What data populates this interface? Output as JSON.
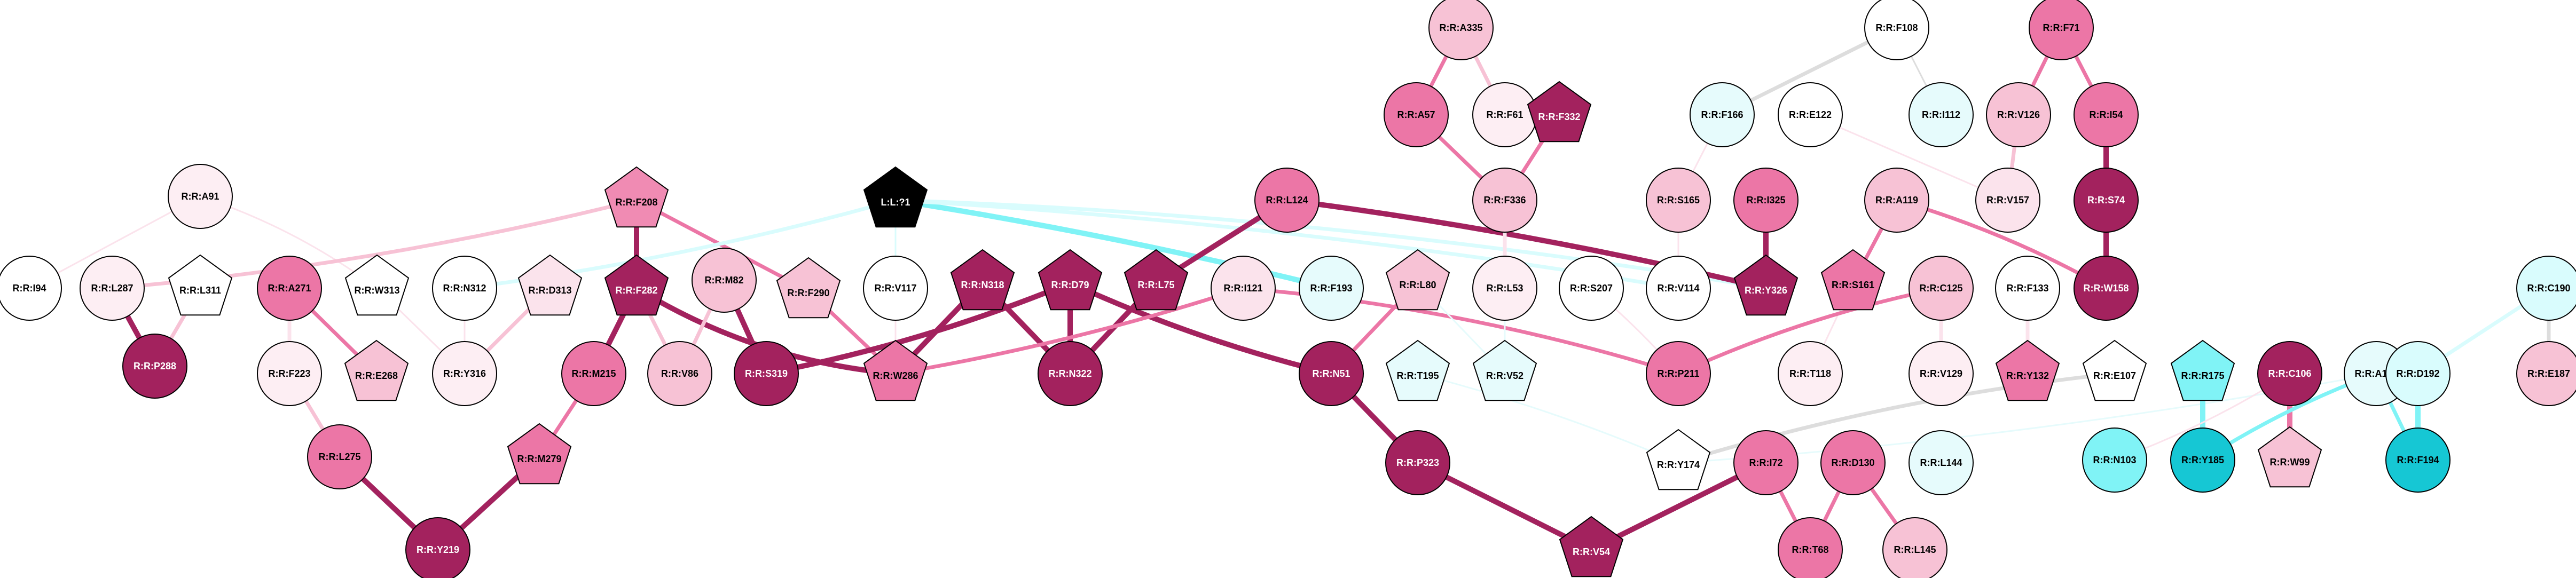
{
  "colors": {
    "grey": "#dddddd",
    "cyan": "#80f3f6",
    "pale_cyan": "#e6fbfc",
    "pale_pink": "#fbe3ec",
    "pink": "#f7c2d5",
    "pink_mid": "#f08bb3",
    "dark_pink": "#ec76a6",
    "maroon": "#a3225e",
    "black": "#000000",
    "white": "#ffffff",
    "cyan_light": "#d9fcfd",
    "cyan_strong": "#16c7d4"
  },
  "nodes": [
    {
      "id": "R:R:I94",
      "label": "R:R:I94",
      "shape": "circle",
      "fill": "#ffffff"
    },
    {
      "id": "R:R:A91",
      "label": "R:R:A91",
      "shape": "circle",
      "fill": "#fdeef3"
    },
    {
      "id": "R:R:L287",
      "label": "R:R:L287",
      "shape": "circle",
      "fill": "#fdeef3"
    },
    {
      "id": "R:R:P288",
      "label": "R:R:P288",
      "shape": "circle",
      "fill": "#a3225e"
    },
    {
      "id": "R:R:L311",
      "label": "R:R:L311",
      "shape": "pentagon",
      "fill": "#ffffff"
    },
    {
      "id": "R:R:A271",
      "label": "R:R:A271",
      "shape": "circle",
      "fill": "#ec76a6"
    },
    {
      "id": "R:R:F223",
      "label": "R:R:F223",
      "shape": "circle",
      "fill": "#fdeef3"
    },
    {
      "id": "R:R:E268",
      "label": "R:R:E268",
      "shape": "pentagon",
      "fill": "#f7c2d5"
    },
    {
      "id": "R:R:L275",
      "label": "R:R:L275",
      "shape": "circle",
      "fill": "#ec76a6"
    },
    {
      "id": "R:R:Y219",
      "label": "R:R:Y219",
      "shape": "circle",
      "fill": "#a3225e"
    },
    {
      "id": "R:R:W313",
      "label": "R:R:W313",
      "shape": "pentagon",
      "fill": "#ffffff"
    },
    {
      "id": "R:R:N312",
      "label": "R:R:N312",
      "shape": "circle",
      "fill": "#ffffff"
    },
    {
      "id": "R:R:Y316",
      "label": "R:R:Y316",
      "shape": "circle",
      "fill": "#fdeef3"
    },
    {
      "id": "R:R:D313",
      "label": "R:R:D313",
      "shape": "pentagon",
      "fill": "#fbe3ec"
    },
    {
      "id": "R:R:F208",
      "label": "R:R:F208",
      "shape": "pentagon",
      "fill": "#f08bb3"
    },
    {
      "id": "R:R:F282",
      "label": "R:R:F282",
      "shape": "pentagon",
      "fill": "#a3225e"
    },
    {
      "id": "R:R:M215",
      "label": "R:R:M215",
      "shape": "circle",
      "fill": "#ec76a6"
    },
    {
      "id": "R:R:M279",
      "label": "R:R:M279",
      "shape": "pentagon",
      "fill": "#ec76a6"
    },
    {
      "id": "R:R:M82",
      "label": "R:R:M82",
      "shape": "circle",
      "fill": "#f7c2d5"
    },
    {
      "id": "R:R:V86",
      "label": "R:R:V86",
      "shape": "circle",
      "fill": "#f7c2d5"
    },
    {
      "id": "R:R:S319",
      "label": "R:R:S319",
      "shape": "circle",
      "fill": "#a3225e"
    },
    {
      "id": "R:R:F290",
      "label": "R:R:F290",
      "shape": "pentagon",
      "fill": "#f7c2d5"
    },
    {
      "id": "L:L:?1",
      "label": "L:L:?1",
      "shape": "pentagon",
      "fill": "#000000"
    },
    {
      "id": "R:R:V117",
      "label": "R:R:V117",
      "shape": "circle",
      "fill": "#ffffff"
    },
    {
      "id": "R:R:W286",
      "label": "R:R:W286",
      "shape": "pentagon",
      "fill": "#ec76a6"
    },
    {
      "id": "R:R:N318",
      "label": "R:R:N318",
      "shape": "pentagon",
      "fill": "#a3225e"
    },
    {
      "id": "R:R:D79",
      "label": "R:R:D79",
      "shape": "pentagon",
      "fill": "#a3225e"
    },
    {
      "id": "R:R:N322",
      "label": "R:R:N322",
      "shape": "circle",
      "fill": "#a3225e"
    },
    {
      "id": "R:R:L75",
      "label": "R:R:L75",
      "shape": "pentagon",
      "fill": "#a3225e"
    },
    {
      "id": "R:R:I121",
      "label": "R:R:I121",
      "shape": "circle",
      "fill": "#fbe3ec"
    },
    {
      "id": "R:R:L124",
      "label": "R:R:L124",
      "shape": "circle",
      "fill": "#ec76a6"
    },
    {
      "id": "R:R:F193",
      "label": "R:R:F193",
      "shape": "circle",
      "fill": "#e6fbfc"
    },
    {
      "id": "R:R:L80",
      "label": "R:R:L80",
      "shape": "pentagon",
      "fill": "#f7c2d5"
    },
    {
      "id": "R:R:N51",
      "label": "R:R:N51",
      "shape": "circle",
      "fill": "#a3225e"
    },
    {
      "id": "R:R:T195",
      "label": "R:R:T195",
      "shape": "pentagon",
      "fill": "#e6fbfc"
    },
    {
      "id": "R:R:P323",
      "label": "R:R:P323",
      "shape": "circle",
      "fill": "#a3225e"
    },
    {
      "id": "R:R:A335",
      "label": "R:R:A335",
      "shape": "circle",
      "fill": "#f7c2d5"
    },
    {
      "id": "R:R:A57",
      "label": "R:R:A57",
      "shape": "circle",
      "fill": "#ec76a6"
    },
    {
      "id": "R:R:F61",
      "label": "R:R:F61",
      "shape": "circle",
      "fill": "#fdeef3"
    },
    {
      "id": "R:R:F332",
      "label": "R:R:F332",
      "shape": "pentagon",
      "fill": "#a3225e"
    },
    {
      "id": "R:R:F336",
      "label": "R:R:F336",
      "shape": "circle",
      "fill": "#f7c2d5"
    },
    {
      "id": "R:R:L53",
      "label": "R:R:L53",
      "shape": "circle",
      "fill": "#fdeef3"
    },
    {
      "id": "R:R:V52",
      "label": "R:R:V52",
      "shape": "pentagon",
      "fill": "#e6fbfc"
    },
    {
      "id": "R:R:S207",
      "label": "R:R:S207",
      "shape": "circle",
      "fill": "#ffffff"
    },
    {
      "id": "R:R:F108",
      "label": "R:R:F108",
      "shape": "circle",
      "fill": "#ffffff"
    },
    {
      "id": "R:R:F166",
      "label": "R:R:F166",
      "shape": "circle",
      "fill": "#e6fbfc"
    },
    {
      "id": "R:R:I112",
      "label": "R:R:I112",
      "shape": "circle",
      "fill": "#e6fbfc"
    },
    {
      "id": "R:R:E122",
      "label": "R:R:E122",
      "shape": "circle",
      "fill": "#ffffff"
    },
    {
      "id": "R:R:S165",
      "label": "R:R:S165",
      "shape": "circle",
      "fill": "#f7c2d5"
    },
    {
      "id": "R:R:V114",
      "label": "R:R:V114",
      "shape": "circle",
      "fill": "#ffffff"
    },
    {
      "id": "R:R:I325",
      "label": "R:R:I325",
      "shape": "circle",
      "fill": "#ec76a6"
    },
    {
      "id": "R:R:Y326",
      "label": "R:R:Y326",
      "shape": "pentagon",
      "fill": "#a3225e"
    },
    {
      "id": "R:R:A119",
      "label": "R:R:A119",
      "shape": "circle",
      "fill": "#f7c2d5"
    },
    {
      "id": "R:R:S161",
      "label": "R:R:S161",
      "shape": "pentagon",
      "fill": "#ec76a6"
    },
    {
      "id": "R:R:T118",
      "label": "R:R:T118",
      "shape": "circle",
      "fill": "#fdeef3"
    },
    {
      "id": "R:R:P211",
      "label": "R:R:P211",
      "shape": "circle",
      "fill": "#ec76a6"
    },
    {
      "id": "R:R:C125",
      "label": "R:R:C125",
      "shape": "circle",
      "fill": "#f7c2d5"
    },
    {
      "id": "R:R:V129",
      "label": "R:R:V129",
      "shape": "circle",
      "fill": "#fdeef3"
    },
    {
      "id": "R:R:F133",
      "label": "R:R:F133",
      "shape": "circle",
      "fill": "#ffffff"
    },
    {
      "id": "R:R:Y132",
      "label": "R:R:Y132",
      "shape": "pentagon",
      "fill": "#ec76a6"
    },
    {
      "id": "R:R:F71",
      "label": "R:R:F71",
      "shape": "circle",
      "fill": "#ec76a6"
    },
    {
      "id": "R:R:V126",
      "label": "R:R:V126",
      "shape": "circle",
      "fill": "#f7c2d5"
    },
    {
      "id": "R:R:I54",
      "label": "R:R:I54",
      "shape": "circle",
      "fill": "#ec76a6"
    },
    {
      "id": "R:R:V157",
      "label": "R:R:V157",
      "shape": "circle",
      "fill": "#fbe3ec"
    },
    {
      "id": "R:R:S74",
      "label": "R:R:S74",
      "shape": "circle",
      "fill": "#a3225e"
    },
    {
      "id": "R:R:W158",
      "label": "R:R:W158",
      "shape": "circle",
      "fill": "#a3225e"
    },
    {
      "id": "R:R:E107",
      "label": "R:R:E107",
      "shape": "pentagon",
      "fill": "#ffffff"
    },
    {
      "id": "R:R:Y174",
      "label": "R:R:Y174",
      "shape": "pentagon",
      "fill": "#ffffff"
    },
    {
      "id": "R:R:I72",
      "label": "R:R:I72",
      "shape": "circle",
      "fill": "#ec76a6"
    },
    {
      "id": "R:R:D130",
      "label": "R:R:D130",
      "shape": "circle",
      "fill": "#ec76a6"
    },
    {
      "id": "R:R:L144",
      "label": "R:R:L144",
      "shape": "circle",
      "fill": "#e6fbfc"
    },
    {
      "id": "R:R:T68",
      "label": "R:R:T68",
      "shape": "circle",
      "fill": "#ec76a6"
    },
    {
      "id": "R:R:L145",
      "label": "R:R:L145",
      "shape": "circle",
      "fill": "#f7c2d5"
    },
    {
      "id": "R:R:V54",
      "label": "R:R:V54",
      "shape": "pentagon",
      "fill": "#a3225e"
    },
    {
      "id": "R:R:R175",
      "label": "R:R:R175",
      "shape": "pentagon",
      "fill": "#80f3f6"
    },
    {
      "id": "R:R:N103",
      "label": "R:R:N103",
      "shape": "circle",
      "fill": "#80f3f6"
    },
    {
      "id": "R:R:Y185",
      "label": "R:R:Y185",
      "shape": "circle",
      "fill": "#16c7d4"
    },
    {
      "id": "R:R:C106",
      "label": "R:R:C106",
      "shape": "circle",
      "fill": "#a3225e"
    },
    {
      "id": "R:R:W99",
      "label": "R:R:W99",
      "shape": "pentagon",
      "fill": "#f7c2d5"
    },
    {
      "id": "R:R:A181",
      "label": "R:R:A181",
      "shape": "circle",
      "fill": "#e6fbfc"
    },
    {
      "id": "R:R:C190",
      "label": "R:R:C190",
      "shape": "circle",
      "fill": "#d9fcfd"
    },
    {
      "id": "R:R:D192",
      "label": "R:R:D192",
      "shape": "circle",
      "fill": "#d9fcfd"
    },
    {
      "id": "R:R:E187",
      "label": "R:R:E187",
      "shape": "circle",
      "fill": "#f7c2d5"
    },
    {
      "id": "R:R:F194",
      "label": "R:R:F194",
      "shape": "circle",
      "fill": "#16c7d4"
    }
  ],
  "edges": [
    {
      "source": "R:R:A91",
      "target": "R:R:I94",
      "color": "#fbe3ec",
      "weight": "thin"
    },
    {
      "source": "R:R:A91",
      "target": "R:R:W313",
      "color": "#fbe3ec",
      "weight": "thin"
    },
    {
      "source": "R:R:L287",
      "target": "R:R:P288",
      "color": "#a3225e",
      "weight": "thick"
    },
    {
      "source": "R:R:L311",
      "target": "R:R:P288",
      "color": "#f7c2d5",
      "weight": "medium"
    },
    {
      "source": "R:R:F208",
      "target": "R:R:L287",
      "color": "#f7c2d5",
      "weight": "medium"
    },
    {
      "source": "R:R:A271",
      "target": "R:R:F223",
      "color": "#fbe3ec",
      "weight": "medium"
    },
    {
      "source": "R:R:A271",
      "target": "R:R:E268",
      "color": "#ec76a6",
      "weight": "medium"
    },
    {
      "source": "R:R:F223",
      "target": "R:R:L275",
      "color": "#f7c2d5",
      "weight": "medium"
    },
    {
      "source": "R:R:L275",
      "target": "R:R:Y219",
      "color": "#a3225e",
      "weight": "thick"
    },
    {
      "source": "R:R:M279",
      "target": "R:R:Y219",
      "color": "#a3225e",
      "weight": "thick"
    },
    {
      "source": "R:R:M215",
      "target": "R:R:M279",
      "color": "#ec76a6",
      "weight": "medium"
    },
    {
      "source": "R:R:F282",
      "target": "R:R:M215",
      "color": "#a3225e",
      "weight": "thick"
    },
    {
      "source": "R:R:F208",
      "target": "R:R:F282",
      "color": "#a3225e",
      "weight": "thick"
    },
    {
      "source": "R:R:F208",
      "target": "R:R:F290",
      "color": "#ec76a6",
      "weight": "medium"
    },
    {
      "source": "R:R:F282",
      "target": "R:R:W286",
      "color": "#a3225e",
      "weight": "thick"
    },
    {
      "source": "R:R:F282",
      "target": "R:R:V86",
      "color": "#f7c2d5",
      "weight": "medium"
    },
    {
      "source": "R:R:D313",
      "target": "R:R:Y316",
      "color": "#f7c2d5",
      "weight": "medium"
    },
    {
      "source": "R:R:N312",
      "target": "R:R:Y316",
      "color": "#fbe3ec",
      "weight": "thin"
    },
    {
      "source": "R:R:W313",
      "target": "R:R:Y316",
      "color": "#fbe3ec",
      "weight": "thin"
    },
    {
      "source": "R:R:M82",
      "target": "R:R:S319",
      "color": "#a3225e",
      "weight": "thick"
    },
    {
      "source": "R:R:M82",
      "target": "R:R:V86",
      "color": "#f7c2d5",
      "weight": "medium"
    },
    {
      "source": "R:R:F290",
      "target": "R:R:W286",
      "color": "#ec76a6",
      "weight": "medium"
    },
    {
      "source": "L:L:?1",
      "target": "R:R:N312",
      "color": "#d9fcfd",
      "weight": "medium"
    },
    {
      "source": "L:L:?1",
      "target": "R:R:F193",
      "color": "#80f3f6",
      "weight": "thick"
    },
    {
      "source": "L:L:?1",
      "target": "R:R:V114",
      "color": "#d9fcfd",
      "weight": "medium"
    },
    {
      "source": "L:L:?1",
      "target": "R:R:Y326",
      "color": "#d9fcfd",
      "weight": "medium"
    },
    {
      "source": "L:L:?1",
      "target": "R:R:V117",
      "color": "#d9fcfd",
      "weight": "thin"
    },
    {
      "source": "R:R:V117",
      "target": "R:R:W286",
      "color": "#fbe3ec",
      "weight": "thin"
    },
    {
      "source": "R:R:N318",
      "target": "R:R:W286",
      "color": "#a3225e",
      "weight": "thick"
    },
    {
      "source": "R:R:N318",
      "target": "R:R:N322",
      "color": "#a3225e",
      "weight": "thick"
    },
    {
      "source": "R:R:D79",
      "target": "R:R:S319",
      "color": "#a3225e",
      "weight": "thick"
    },
    {
      "source": "R:R:D79",
      "target": "R:R:N322",
      "color": "#a3225e",
      "weight": "thick"
    },
    {
      "source": "R:R:D79",
      "target": "R:R:N51",
      "color": "#a3225e",
      "weight": "thick"
    },
    {
      "source": "R:R:L75",
      "target": "R:R:N322",
      "color": "#a3225e",
      "weight": "thick"
    },
    {
      "source": "R:R:L124",
      "target": "R:R:L75",
      "color": "#a3225e",
      "weight": "thick"
    },
    {
      "source": "R:R:L124",
      "target": "R:R:Y326",
      "color": "#a3225e",
      "weight": "thick"
    },
    {
      "source": "R:R:I121",
      "target": "R:R:W286",
      "color": "#ec76a6",
      "weight": "medium"
    },
    {
      "source": "R:R:I121",
      "target": "R:R:P211",
      "color": "#ec76a6",
      "weight": "medium"
    },
    {
      "source": "R:R:L80",
      "target": "R:R:N51",
      "color": "#ec76a6",
      "weight": "medium"
    },
    {
      "source": "R:R:L80",
      "target": "R:R:V52",
      "color": "#e6fbfc",
      "weight": "thin"
    },
    {
      "source": "R:R:N51",
      "target": "R:R:P323",
      "color": "#a3225e",
      "weight": "thick"
    },
    {
      "source": "R:R:T195",
      "target": "R:R:Y174",
      "color": "#e6fbfc",
      "weight": "thin"
    },
    {
      "source": "R:R:P323",
      "target": "R:R:V54",
      "color": "#a3225e",
      "weight": "thick"
    },
    {
      "source": "R:R:A335",
      "target": "R:R:A57",
      "color": "#ec76a6",
      "weight": "medium"
    },
    {
      "source": "R:R:A335",
      "target": "R:R:F61",
      "color": "#f7c2d5",
      "weight": "medium"
    },
    {
      "source": "R:R:A57",
      "target": "R:R:F336",
      "color": "#ec76a6",
      "weight": "medium"
    },
    {
      "source": "R:R:F332",
      "target": "R:R:F336",
      "color": "#ec76a6",
      "weight": "medium"
    },
    {
      "source": "R:R:F336",
      "target": "R:R:L53",
      "color": "#fbe3ec",
      "weight": "medium"
    },
    {
      "source": "R:R:L53",
      "target": "R:R:V52",
      "color": "#e6fbfc",
      "weight": "thin"
    },
    {
      "source": "R:R:S207",
      "target": "R:R:P211",
      "color": "#fbe3ec",
      "weight": "thin"
    },
    {
      "source": "R:R:F108",
      "target": "R:R:F166",
      "color": "#dddddd",
      "weight": "medium"
    },
    {
      "source": "R:R:F108",
      "target": "R:R:I112",
      "color": "#dddddd",
      "weight": "thin"
    },
    {
      "source": "R:R:F166",
      "target": "R:R:S165",
      "color": "#fbe3ec",
      "weight": "thin"
    },
    {
      "source": "R:R:S165",
      "target": "R:R:V114",
      "color": "#fbe3ec",
      "weight": "thin"
    },
    {
      "source": "R:R:E122",
      "target": "R:R:V157",
      "color": "#fbe3ec",
      "weight": "thin"
    },
    {
      "source": "R:R:I325",
      "target": "R:R:Y326",
      "color": "#a3225e",
      "weight": "thick"
    },
    {
      "source": "R:R:A119",
      "target": "R:R:S161",
      "color": "#ec76a6",
      "weight": "medium"
    },
    {
      "source": "R:R:A119",
      "target": "R:R:W158",
      "color": "#ec76a6",
      "weight": "medium"
    },
    {
      "source": "R:R:S161",
      "target": "R:R:T118",
      "color": "#fbe3ec",
      "weight": "thin"
    },
    {
      "source": "R:R:C125",
      "target": "R:R:P211",
      "color": "#ec76a6",
      "weight": "medium"
    },
    {
      "source": "R:R:C125",
      "target": "R:R:V129",
      "color": "#fbe3ec",
      "weight": "medium"
    },
    {
      "source": "R:R:F133",
      "target": "R:R:Y132",
      "color": "#fbe3ec",
      "weight": "medium"
    },
    {
      "source": "R:R:F71",
      "target": "R:R:V126",
      "color": "#ec76a6",
      "weight": "medium"
    },
    {
      "source": "R:R:F71",
      "target": "R:R:I54",
      "color": "#ec76a6",
      "weight": "medium"
    },
    {
      "source": "R:R:V126",
      "target": "R:R:V157",
      "color": "#f7c2d5",
      "weight": "medium"
    },
    {
      "source": "R:R:I54",
      "target": "R:R:S74",
      "color": "#a3225e",
      "weight": "thick"
    },
    {
      "source": "R:R:S74",
      "target": "R:R:W158",
      "color": "#a3225e",
      "weight": "thick"
    },
    {
      "source": "R:R:E107",
      "target": "R:R:Y174",
      "color": "#dddddd",
      "weight": "medium"
    },
    {
      "source": "R:R:Y174",
      "target": "R:R:A181",
      "color": "#e6fbfc",
      "weight": "thin"
    },
    {
      "source": "R:R:I72",
      "target": "R:R:T68",
      "color": "#ec76a6",
      "weight": "medium"
    },
    {
      "source": "R:R:I72",
      "target": "R:R:V54",
      "color": "#a3225e",
      "weight": "thick"
    },
    {
      "source": "R:R:D130",
      "target": "R:R:T68",
      "color": "#ec76a6",
      "weight": "medium"
    },
    {
      "source": "R:R:D130",
      "target": "R:R:L145",
      "color": "#ec76a6",
      "weight": "medium"
    },
    {
      "source": "R:R:R175",
      "target": "R:R:Y185",
      "color": "#80f3f6",
      "weight": "thick"
    },
    {
      "source": "R:R:C106",
      "target": "R:R:W99",
      "color": "#ec76a6",
      "weight": "thick"
    },
    {
      "source": "R:R:C106",
      "target": "R:R:N103",
      "color": "#fbe3ec",
      "weight": "thin"
    },
    {
      "source": "R:R:A181",
      "target": "R:R:Y185",
      "color": "#80f3f6",
      "weight": "medium"
    },
    {
      "source": "R:R:A181",
      "target": "R:R:F194",
      "color": "#80f3f6",
      "weight": "medium"
    },
    {
      "source": "R:R:C190",
      "target": "R:R:D192",
      "color": "#d9fcfd",
      "weight": "medium"
    },
    {
      "source": "R:R:C190",
      "target": "R:R:E187",
      "color": "#dddddd",
      "weight": "medium"
    },
    {
      "source": "R:R:D192",
      "target": "R:R:F194",
      "color": "#80f3f6",
      "weight": "thick"
    }
  ]
}
